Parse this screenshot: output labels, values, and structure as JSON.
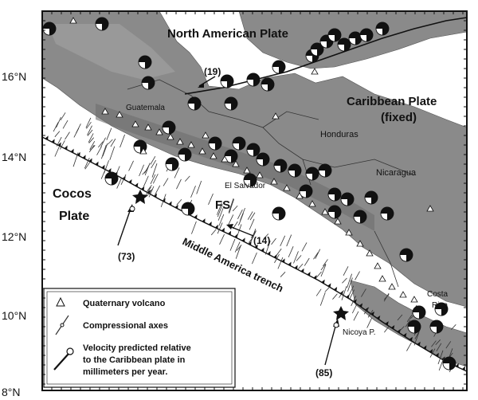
{
  "latitude_labels": [
    "16°N",
    "14°N",
    "12°N",
    "10°N",
    "8°N"
  ],
  "plates": {
    "north_american": "North American Plate",
    "caribbean_line1": "Caribbean Plate",
    "caribbean_line2": "(fixed)",
    "cocos_line1": "Cocos",
    "cocos_line2": "Plate"
  },
  "countries": [
    "Guatemala",
    "Honduras",
    "El Salvador",
    "Nicaragua",
    "Costa",
    "Rica"
  ],
  "places": {
    "fs": "FS",
    "nicoya": "Nicoya P."
  },
  "trench_label": "Middle America trench",
  "velocities": [
    "(19)",
    "(14)",
    "(73)",
    "(85)"
  ],
  "legend": {
    "volcano": "Quaternary volcano",
    "compression": "Compressional axes",
    "velocity_line1": "Velocity predicted relative",
    "velocity_line2": "to the Caribbean plate in",
    "velocity_line3": "millimeters per year."
  },
  "colors": {
    "ocean": "#ffffff",
    "land": "#8c8c8c",
    "frame": "#111111"
  }
}
